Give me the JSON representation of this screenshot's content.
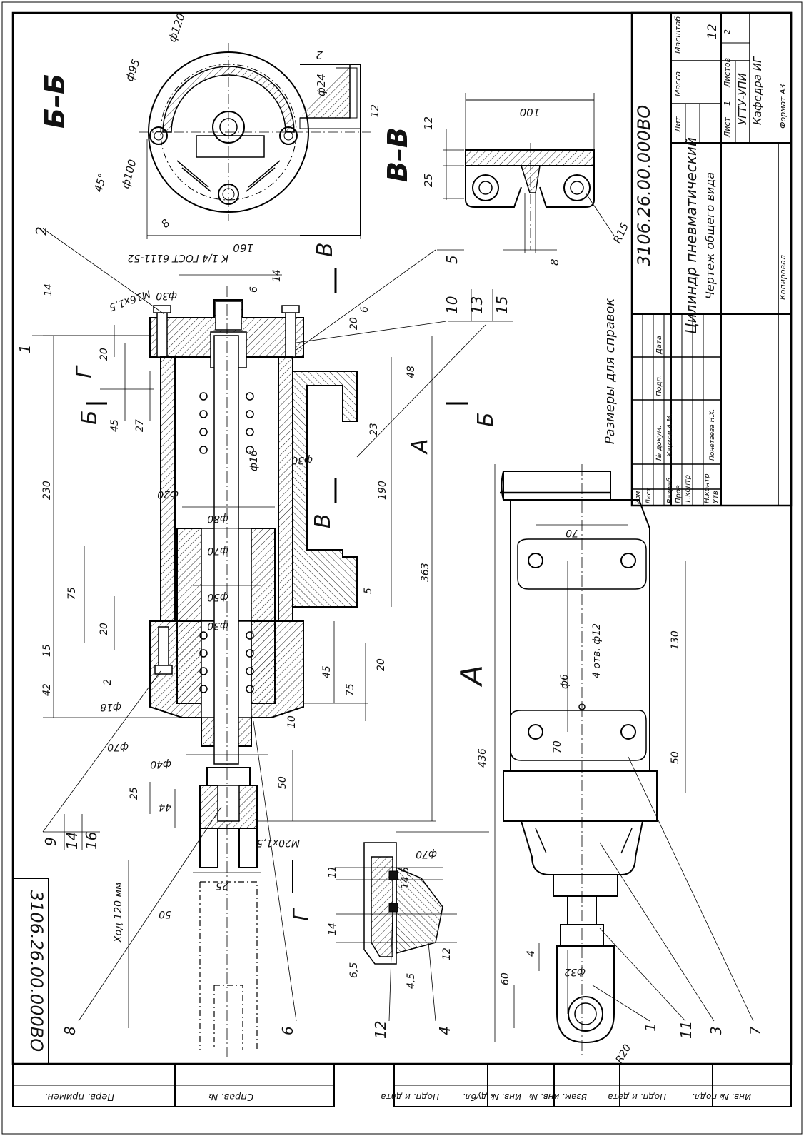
{
  "drawing": {
    "designation": "3106.26.00.000ВО",
    "designation_rotated": "3106.26.00.000ВО",
    "title_line1": "Цилиндр пневматический",
    "title_line2": "Чертеж общего вида",
    "reference_note": "Размеры для справок",
    "copied": "Копировал",
    "format": "Формат  А3"
  },
  "title_block": {
    "lit_label": "Лит",
    "mass_label": "Масса",
    "scale_label": "Масштаб",
    "scale_value": "12",
    "sheet_label": "Лист",
    "sheet_value": "1",
    "sheets_label": "Листов",
    "sheets_value": "2",
    "org_line1": "УГТУ-УПИ",
    "org_line2": "Кафедра ИГ",
    "header_izm": "Изм",
    "header_list": "Лист",
    "header_doc": "№ докум.",
    "header_sign": "Подп.",
    "header_date": "Дата",
    "row_razrab": "Разраб",
    "row_prov": "Пров",
    "row_tkontr": "Т.контр",
    "row_nkontr": "Н.контр",
    "row_utv": "Утв",
    "name_razrab": "Каузов А.М.",
    "name_nkontr": "Понетаева Н.Х."
  },
  "left_strip": [
    "Перв. примен.",
    "Справ. №"
  ],
  "bottom_strip": [
    "Подп. и дата",
    "Инв. № дубл.",
    "Взам. инв. №",
    "Подп. и дата",
    "Инв. № подл."
  ],
  "sections": {
    "bb_label": "Б–Б",
    "vv_label": "В–В",
    "view_a": "А",
    "g_label": "Г",
    "b_cut": "Б",
    "v_cut": "В"
  },
  "positions": [
    "1",
    "2",
    "5",
    "10",
    "13",
    "15",
    "9",
    "14",
    "16",
    "8",
    "6",
    "12",
    "4",
    "11",
    "3",
    "7"
  ],
  "dims": {
    "d120": "ф120",
    "d95": "ф95",
    "d24": "ф24",
    "two": "2",
    "twelve": "12",
    "d100": "ф100",
    "deg45": "45°",
    "eight": "8",
    "l160": "160",
    "l100": "100",
    "v12": "12",
    "v25": "25",
    "r15": "R15",
    "v8": "8",
    "k14": "К 1/4 ГОСТ 6111-52",
    "m16": "М16х1,5",
    "d30a": "ф30",
    "n14a": "14",
    "n6a": "6",
    "n14b": "14",
    "n20a": "20",
    "n6b": "6",
    "n20b": "20",
    "n48": "48",
    "n45a": "45",
    "n27": "27",
    "n23": "23",
    "d30b": "ф30",
    "d16": "ф16",
    "n230": "230",
    "d20": "ф20",
    "n190": "190",
    "d80": "ф80",
    "d70a": "ф70",
    "n75a": "75",
    "n5": "5",
    "d50": "ф50",
    "n363": "363",
    "n20c": "20",
    "d30c": "ф30",
    "n15": "15",
    "n45b": "45",
    "n20d": "20",
    "n42": "42",
    "n2": "2",
    "d18": "ф18",
    "n75b": "75",
    "n10": "10",
    "d70b": "ф70",
    "d40": "ф40",
    "n436": "436",
    "n50a": "50",
    "n25a": "25",
    "n44": "44",
    "m20": "М20х1,5",
    "n25b": "25",
    "n50b": "50",
    "stroke": "Ход 120 мм",
    "n70a": "70",
    "n130": "130",
    "d12": "4 отв. ф12",
    "d6": "ф6",
    "n70b": "70",
    "n50c": "50",
    "n60": "60",
    "n4": "4",
    "d32": "ф32",
    "r20": "R20",
    "d70c": "ф70",
    "n11": "11",
    "n145": "14,5",
    "n14c": "14",
    "n65": "6,5",
    "n45c": "4,5",
    "n12b": "12"
  }
}
